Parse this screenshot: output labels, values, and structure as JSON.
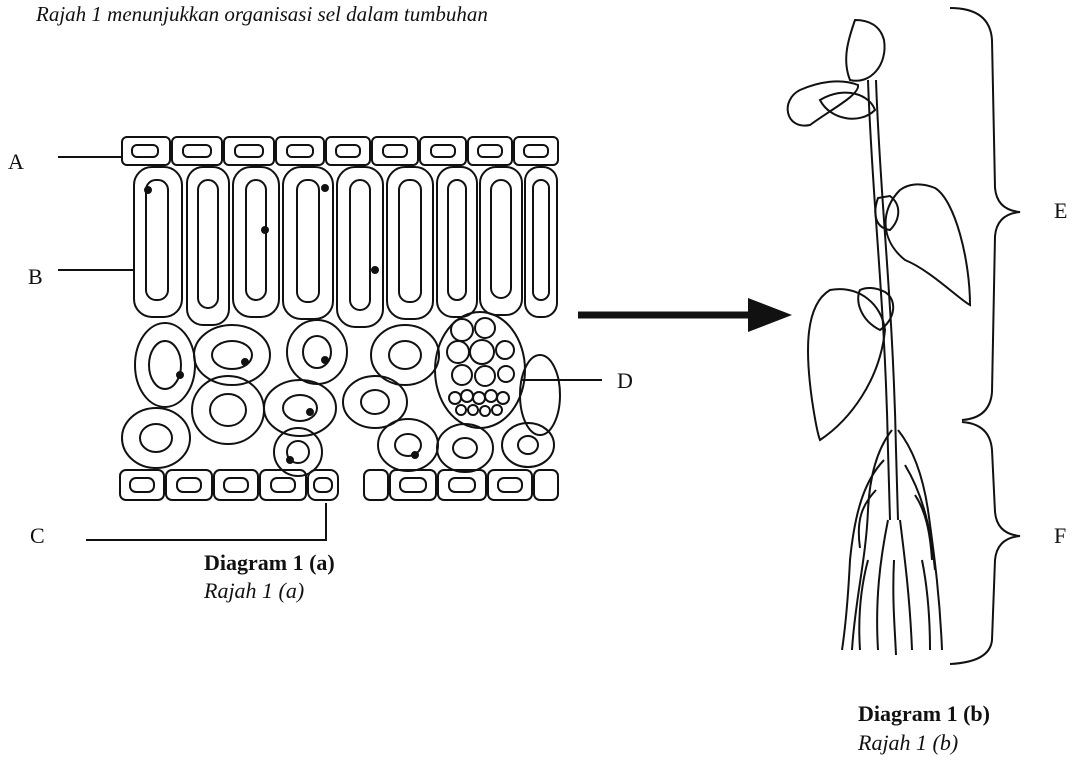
{
  "intro_text": "Rajah 1 menunjukkan organisasi sel dalam tumbuhan",
  "diagram_a": {
    "labels": {
      "a": "A",
      "b": "B",
      "c": "C",
      "d": "D"
    },
    "caption": "Diagram 1 (a)",
    "caption_malay": "Rajah 1 (a)"
  },
  "diagram_b": {
    "labels": {
      "e": "E",
      "f": "F"
    },
    "caption": "Diagram 1 (b)",
    "caption_malay": "Rajah 1 (b)"
  }
}
